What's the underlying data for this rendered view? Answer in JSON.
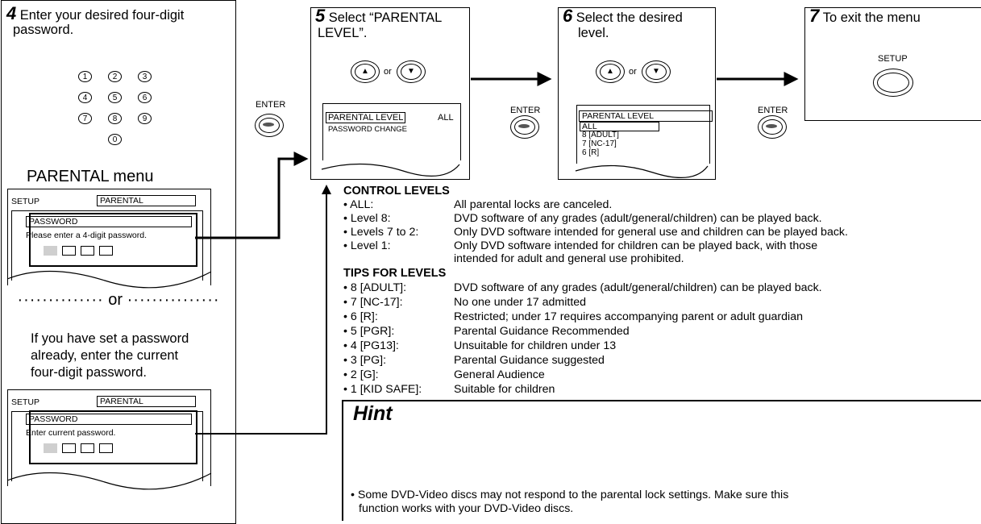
{
  "step4": {
    "number": "4",
    "instruction_line1": "Enter your desired four-digit",
    "instruction_line2": "password.",
    "keys": [
      "1",
      "2",
      "3",
      "4",
      "5",
      "6",
      "7",
      "8",
      "9",
      "0"
    ],
    "menu_title": "PARENTAL menu",
    "screen1": {
      "setup": "SETUP",
      "tab": "PARENTAL",
      "field": "PASSWORD",
      "prompt": "Please enter a 4-digit password."
    },
    "or_label": "or",
    "alt_text_line1": "If you have set a password",
    "alt_text_line2": "already, enter the current",
    "alt_text_line3": "four-digit password.",
    "screen2": {
      "setup": "SETUP",
      "tab": "PARENTAL",
      "field": "PASSWORD",
      "prompt": "Enter current password."
    }
  },
  "step5": {
    "number": "5",
    "instruction_line1": "Select “PARENTAL",
    "instruction_line2": "LEVEL”.",
    "up_label": "▲",
    "down_label": "▼",
    "or_label": "or",
    "enter_label": "ENTER",
    "menu_item1": "PARENTAL LEVEL",
    "menu_item1_value": "ALL",
    "menu_item2": "PASSWORD CHANGE"
  },
  "step6": {
    "number": "6",
    "instruction_line1": "Select the desired",
    "instruction_line2": "level.",
    "up_label": "▲",
    "down_label": "▼",
    "or_label": "or",
    "enter_label": "ENTER",
    "menu_title": "PARENTAL LEVEL",
    "levels": [
      "ALL",
      "8 [ADULT]",
      "7 [NC-17]",
      "6 [R]"
    ]
  },
  "step7": {
    "number": "7",
    "instruction": "To exit the menu",
    "setup_label": "SETUP",
    "enter_label": "ENTER"
  },
  "control_levels": {
    "heading": "CONTROL LEVELS",
    "rows": [
      {
        "term": "• ALL:",
        "desc": [
          "All parental locks are canceled."
        ]
      },
      {
        "term": "• Level 8:",
        "desc": [
          "DVD software of any grades (adult/general/children) can be played back."
        ]
      },
      {
        "term": "• Levels 7 to 2:",
        "desc": [
          "Only DVD software intended for general use and children can be played back."
        ]
      },
      {
        "term": "• Level 1:",
        "desc": [
          "Only DVD software intended for children can be played back, with those",
          "intended for adult and general use prohibited."
        ]
      }
    ]
  },
  "tips": {
    "heading": "TIPS FOR LEVELS",
    "rows": [
      {
        "term": "• 8 [ADULT]:",
        "desc": "DVD software of any grades (adult/general/children) can be played back."
      },
      {
        "term": "• 7 [NC-17]:",
        "desc": "No one under 17 admitted"
      },
      {
        "term": "• 6 [R]:",
        "desc": "Restricted; under 17 requires accompanying parent or adult guardian"
      },
      {
        "term": "• 5 [PGR]:",
        "desc": "Parental Guidance Recommended"
      },
      {
        "term": "• 4 [PG13]:",
        "desc": "Unsuitable for children under 13"
      },
      {
        "term": "• 3 [PG]:",
        "desc": "Parental Guidance suggested"
      },
      {
        "term": "• 2 [G]:",
        "desc": "General Audience"
      },
      {
        "term": "• 1 [KID SAFE]:",
        "desc": "Suitable for children"
      }
    ]
  },
  "hint": {
    "title": "Hint",
    "line1": "• Some DVD-Video discs may not respond to the parental lock settings. Make sure this",
    "line2": "function works with your DVD-Video discs."
  }
}
